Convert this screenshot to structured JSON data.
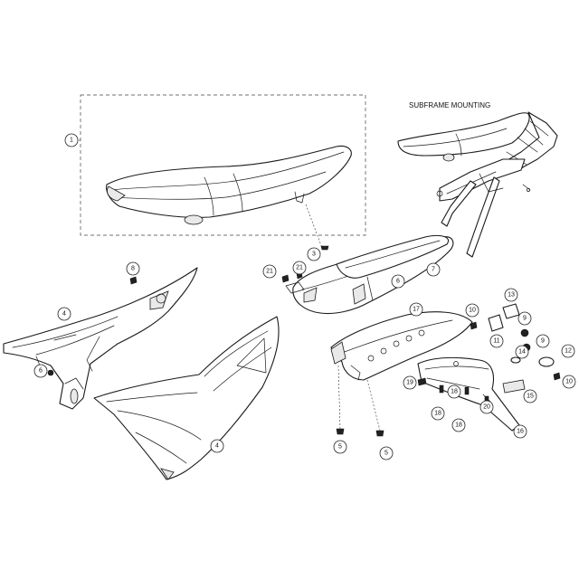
{
  "heading": "SUBFRAME MOUNTING",
  "callouts": [
    "1",
    "3",
    "4",
    "4",
    "5",
    "5",
    "6",
    "6",
    "7",
    "8",
    "9",
    "9",
    "10",
    "10",
    "11",
    "12",
    "13",
    "14",
    "15",
    "16",
    "17",
    "18",
    "18",
    "18",
    "19",
    "20",
    "21",
    "21"
  ]
}
